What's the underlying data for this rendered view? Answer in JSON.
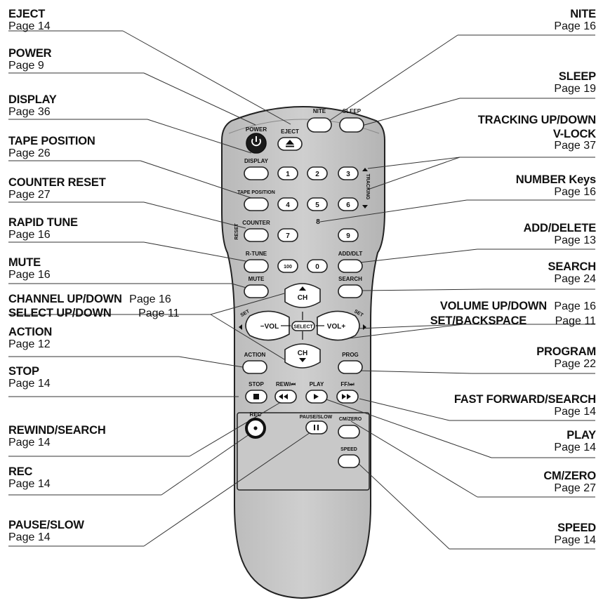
{
  "remote": {
    "buttons": {
      "power": "POWER",
      "eject": "EJECT",
      "nite": "NITE",
      "sleep": "SLEEP",
      "display": "DISPLAY",
      "tape_position": "TAPE POSITION",
      "counter": "COUNTER",
      "reset": "RESET",
      "tracking": "TRACKING",
      "r_tune": "R-TUNE",
      "add_dlt": "ADD/DLT",
      "mute": "MUTE",
      "search": "SEARCH",
      "ch": "CH",
      "vol_minus": "−VOL",
      "vol_plus": "VOL+",
      "select": "SELECT",
      "set": "SET",
      "action": "ACTION",
      "prog": "PROG",
      "stop": "STOP",
      "rew": "REW/⏮",
      "play": "PLAY",
      "ff": "FF/⏭",
      "rec": "REC",
      "pause_slow": "PAUSE/SLOW",
      "cm_zero": "CM/ZERO",
      "speed": "SPEED",
      "k100": "100"
    },
    "digits": [
      "1",
      "2",
      "3",
      "4",
      "5",
      "6",
      "7",
      "8",
      "9",
      "0"
    ]
  },
  "callouts": {
    "eject": {
      "title": "EJECT",
      "page": "Page 14"
    },
    "power": {
      "title": "POWER",
      "page": "Page 9"
    },
    "display": {
      "title": "DISPLAY",
      "page": "Page 36"
    },
    "tape_position": {
      "title": "TAPE POSITION",
      "page": "Page 26"
    },
    "counter_reset": {
      "title": "COUNTER RESET",
      "page": "Page 27"
    },
    "rapid_tune": {
      "title": "RAPID TUNE",
      "page": "Page 16"
    },
    "mute": {
      "title": "MUTE",
      "page": "Page 16"
    },
    "channel_up_down": {
      "title": "CHANNEL UP/DOWN",
      "page": "Page 16"
    },
    "select_up_down": {
      "title": "SELECT UP/DOWN",
      "page": "Page 11"
    },
    "action": {
      "title": "ACTION",
      "page": "Page 12"
    },
    "stop": {
      "title": "STOP",
      "page": "Page 14"
    },
    "rewind_search": {
      "title": "REWIND/SEARCH",
      "page": "Page 14"
    },
    "rec": {
      "title": "REC",
      "page": "Page 14"
    },
    "pause_slow": {
      "title": "PAUSE/SLOW",
      "page": "Page 14"
    },
    "nite": {
      "title": "NITE",
      "page": "Page 16"
    },
    "sleep": {
      "title": "SLEEP",
      "page": "Page 19"
    },
    "tracking": {
      "title": "TRACKING UP/DOWN",
      "title2": "V-LOCK",
      "page": "Page 37"
    },
    "number_keys": {
      "title": "NUMBER Keys",
      "page": "Page 16"
    },
    "add_delete": {
      "title": "ADD/DELETE",
      "page": "Page 13"
    },
    "search": {
      "title": "SEARCH",
      "page": "Page 24"
    },
    "volume_up_down": {
      "title": "VOLUME UP/DOWN",
      "page": "Page 16"
    },
    "set_backspace": {
      "title": "SET/BACKSPACE",
      "page": "Page 11"
    },
    "program": {
      "title": "PROGRAM",
      "page": "Page 22"
    },
    "fast_forward": {
      "title": "FAST FORWARD/SEARCH",
      "page": "Page 14"
    },
    "play": {
      "title": "PLAY",
      "page": "Page 14"
    },
    "cm_zero": {
      "title": "CM/ZERO",
      "page": "Page 27"
    },
    "speed": {
      "title": "SPEED",
      "page": "Page 14"
    }
  }
}
